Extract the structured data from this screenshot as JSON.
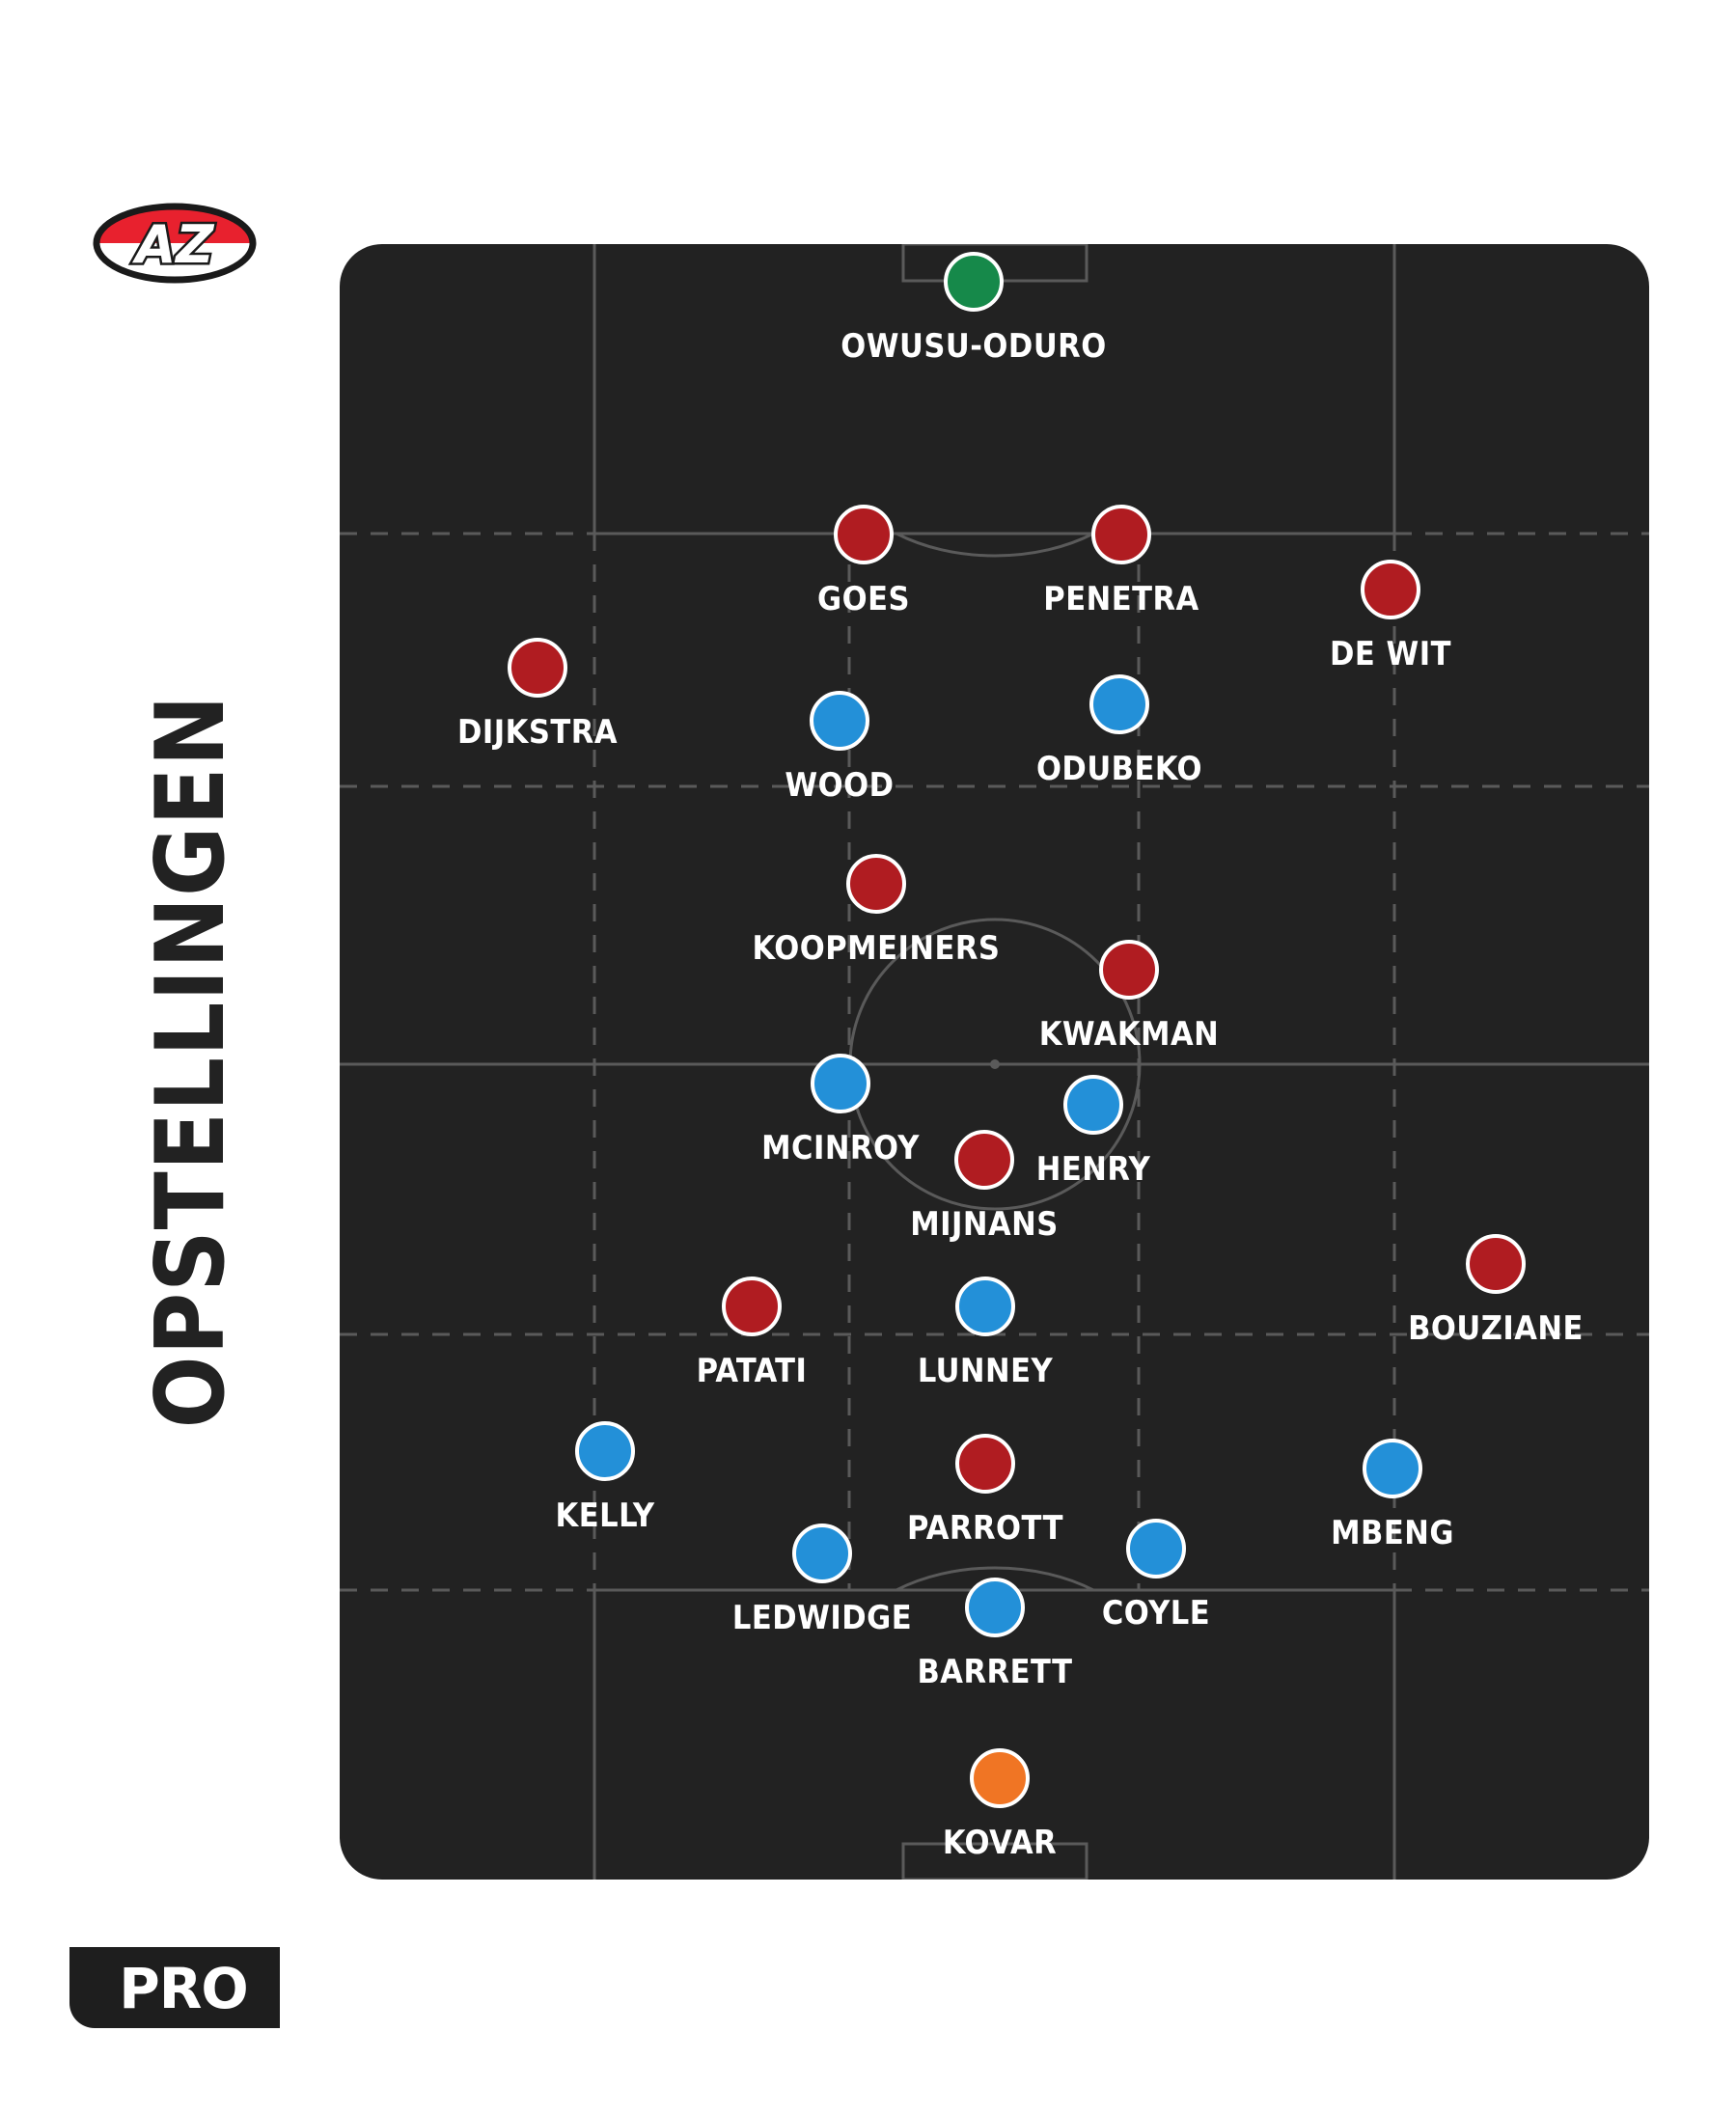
{
  "club": {
    "logo_text": "AZ",
    "colors": {
      "red": "#e8212e",
      "white": "#ffffff"
    }
  },
  "heading": "OPSTELLINGEN",
  "brand": {
    "label": "PRO"
  },
  "pitch": {
    "color": "#222222",
    "line_color": "#5a5a5a"
  },
  "team_colors": {
    "red": "#b01c21",
    "blue": "#2390d8",
    "green_keeper": "#16894a",
    "orange_keeper": "#f07524"
  },
  "players": [
    {
      "name": "OWUSU-ODURO",
      "team": "green"
    },
    {
      "name": "GOES",
      "team": "red"
    },
    {
      "name": "PENETRA",
      "team": "red"
    },
    {
      "name": "DE WIT",
      "team": "red"
    },
    {
      "name": "DIJKSTRA",
      "team": "red"
    },
    {
      "name": "WOOD",
      "team": "blue"
    },
    {
      "name": "ODUBEKO",
      "team": "blue"
    },
    {
      "name": "KOOPMEINERS",
      "team": "red"
    },
    {
      "name": "KWAKMAN",
      "team": "red"
    },
    {
      "name": "MCINROY",
      "team": "blue"
    },
    {
      "name": "HENRY",
      "team": "blue"
    },
    {
      "name": "MIJNANS",
      "team": "red"
    },
    {
      "name": "BOUZIANE",
      "team": "red"
    },
    {
      "name": "PATATI",
      "team": "red"
    },
    {
      "name": "LUNNEY",
      "team": "blue"
    },
    {
      "name": "KELLY",
      "team": "blue"
    },
    {
      "name": "PARROTT",
      "team": "red"
    },
    {
      "name": "MBENG",
      "team": "blue"
    },
    {
      "name": "LEDWIDGE",
      "team": "blue"
    },
    {
      "name": "COYLE",
      "team": "blue"
    },
    {
      "name": "BARRETT",
      "team": "blue"
    },
    {
      "name": "KOVAR",
      "team": "orange"
    }
  ]
}
